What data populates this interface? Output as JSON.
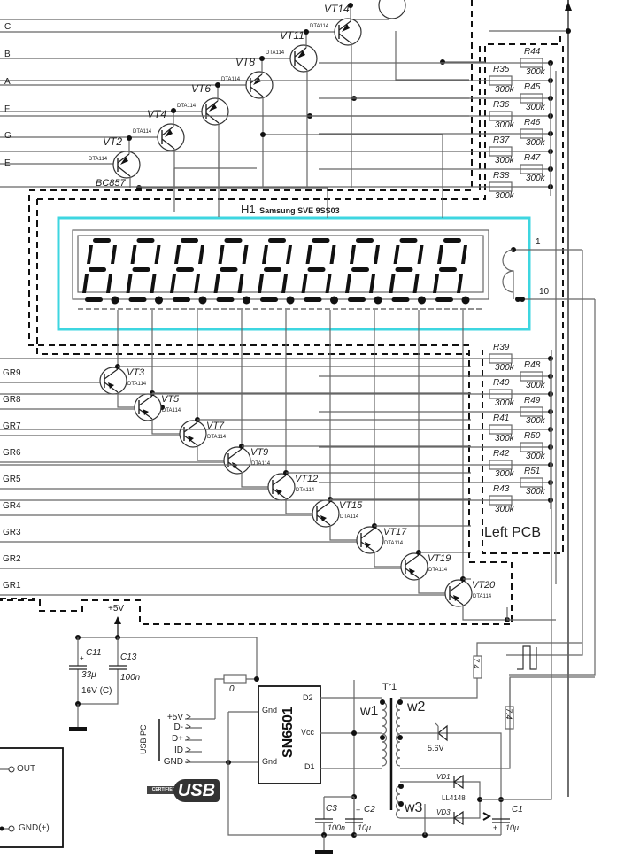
{
  "display": {
    "ref": "H1",
    "model": "Samsung SVE 9SS03",
    "highlight_color": "#3ED6E0",
    "digits_per_row": 9,
    "rows": 2,
    "pin_labels": [
      "1",
      "10"
    ]
  },
  "segment_lines": [
    "C",
    "B",
    "A",
    "F",
    "G",
    "E"
  ],
  "grid_lines": [
    "GR9",
    "GR8",
    "GR7",
    "GR6",
    "GR5",
    "GR4",
    "GR3",
    "GR2",
    "GR1"
  ],
  "segment_transistors": [
    {
      "ref": "VT2",
      "part": "DTA114",
      "alt_part": "BC857"
    },
    {
      "ref": "VT4",
      "part": "DTA114"
    },
    {
      "ref": "VT6",
      "part": "DTA114"
    },
    {
      "ref": "VT8",
      "part": "DTA114"
    },
    {
      "ref": "VT11",
      "part": "DTA114"
    },
    {
      "ref": "VT14",
      "part": "DTA114"
    }
  ],
  "grid_transistors": [
    {
      "ref": "VT3",
      "part": "DTA114"
    },
    {
      "ref": "VT5",
      "part": "DTA114"
    },
    {
      "ref": "VT7",
      "part": "DTA114"
    },
    {
      "ref": "VT9",
      "part": "DTA114"
    },
    {
      "ref": "VT12",
      "part": "DTA114"
    },
    {
      "ref": "VT15",
      "part": "DTA114"
    },
    {
      "ref": "VT17",
      "part": "DTA114"
    },
    {
      "ref": "VT19",
      "part": "DTA114"
    },
    {
      "ref": "VT20",
      "part": "DTA114"
    }
  ],
  "resistors_top": [
    {
      "ref": "R44",
      "value": "300k"
    },
    {
      "ref": "R35",
      "value": "300k"
    },
    {
      "ref": "R45",
      "value": "300k"
    },
    {
      "ref": "R36",
      "value": "300k"
    },
    {
      "ref": "R46",
      "value": "300k"
    },
    {
      "ref": "R37",
      "value": "300k"
    },
    {
      "ref": "R47",
      "value": "300k"
    },
    {
      "ref": "R38",
      "value": "300k"
    }
  ],
  "resistors_bottom": [
    {
      "ref": "R39",
      "value": "300k"
    },
    {
      "ref": "R48",
      "value": "300k"
    },
    {
      "ref": "R40",
      "value": "300k"
    },
    {
      "ref": "R49",
      "value": "300k"
    },
    {
      "ref": "R41",
      "value": "300k"
    },
    {
      "ref": "R50",
      "value": "300k"
    },
    {
      "ref": "R42",
      "value": "300k"
    },
    {
      "ref": "R51",
      "value": "300k"
    },
    {
      "ref": "R43",
      "value": "300k"
    }
  ],
  "pcb_label": "Left PCB",
  "power": {
    "rail": "+5V",
    "c11": {
      "ref": "C11",
      "value": "33μ",
      "rating": "16V (C)",
      "polarity": "+"
    },
    "c13": {
      "ref": "C13",
      "value": "100n"
    },
    "r0": {
      "value": "0"
    }
  },
  "usb": {
    "header": "USB PC",
    "pins": [
      "+5V",
      "D-",
      "D+",
      "ID",
      "GND"
    ],
    "logo_small": "CERTIFIED",
    "logo_big": "USB"
  },
  "ic": {
    "name": "SN6501",
    "pins_left": [
      "Gnd",
      "Gnd"
    ],
    "pins_right": [
      "D2",
      "Vcc",
      "D1"
    ]
  },
  "transformer": {
    "ref": "Tr1",
    "windings": [
      "w1",
      "w2",
      "w3"
    ]
  },
  "supply_right": {
    "r_a": "7.4",
    "r_b": "7.4",
    "zener": "5.6V",
    "vd1": "VD1",
    "vd3": "VD3",
    "diode_part": "LL4148",
    "c1": {
      "ref": "C1",
      "value": "10μ",
      "polarity": "+"
    },
    "c2": {
      "ref": "C2",
      "value": "10μ",
      "polarity": "+"
    },
    "c3": {
      "ref": "C3",
      "value": "100n"
    }
  },
  "sensor_box": {
    "out": "OUT",
    "gnd": "GND(+)"
  }
}
